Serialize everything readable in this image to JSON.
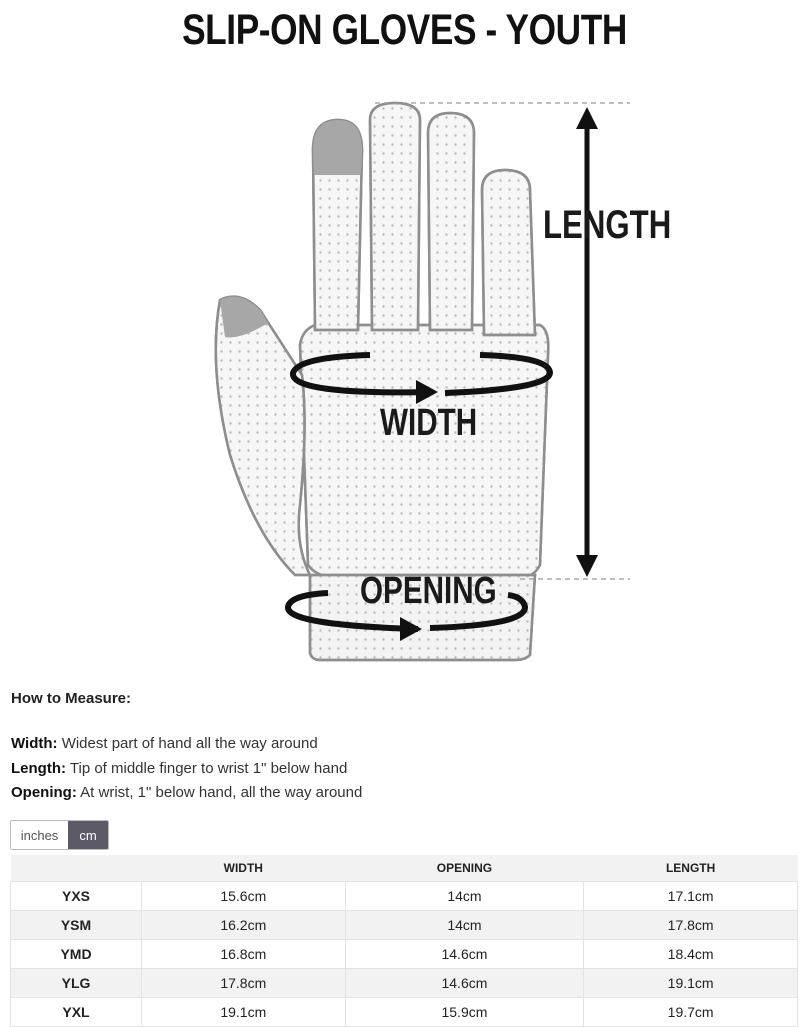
{
  "page": {
    "title": "SLIP-ON GLOVES - YOUTH"
  },
  "illustration": {
    "length_label": "LENGTH",
    "width_label": "WIDTH",
    "opening_label": "OPENING"
  },
  "measure": {
    "heading": "How to Measure:",
    "items": [
      {
        "term": "Width:",
        "desc": "Widest part of hand all the way around"
      },
      {
        "term": "Length:",
        "desc": "Tip of middle finger to wrist 1\" below hand"
      },
      {
        "term": "Opening:",
        "desc": "At wrist, 1\" below hand, all the way around"
      }
    ]
  },
  "units": {
    "options": [
      "inches",
      "cm"
    ],
    "selected": "cm"
  },
  "table": {
    "headers": [
      "",
      "WIDTH",
      "OPENING",
      "LENGTH"
    ],
    "rows": [
      {
        "size": "YXS",
        "width": "15.6cm",
        "opening": "14cm",
        "length": "17.1cm"
      },
      {
        "size": "YSM",
        "width": "16.2cm",
        "opening": "14cm",
        "length": "17.8cm"
      },
      {
        "size": "YMD",
        "width": "16.8cm",
        "opening": "14.6cm",
        "length": "18.4cm"
      },
      {
        "size": "YLG",
        "width": "17.8cm",
        "opening": "14.6cm",
        "length": "19.1cm"
      },
      {
        "size": "YXL",
        "width": "19.1cm",
        "opening": "15.9cm",
        "length": "19.7cm"
      }
    ]
  }
}
